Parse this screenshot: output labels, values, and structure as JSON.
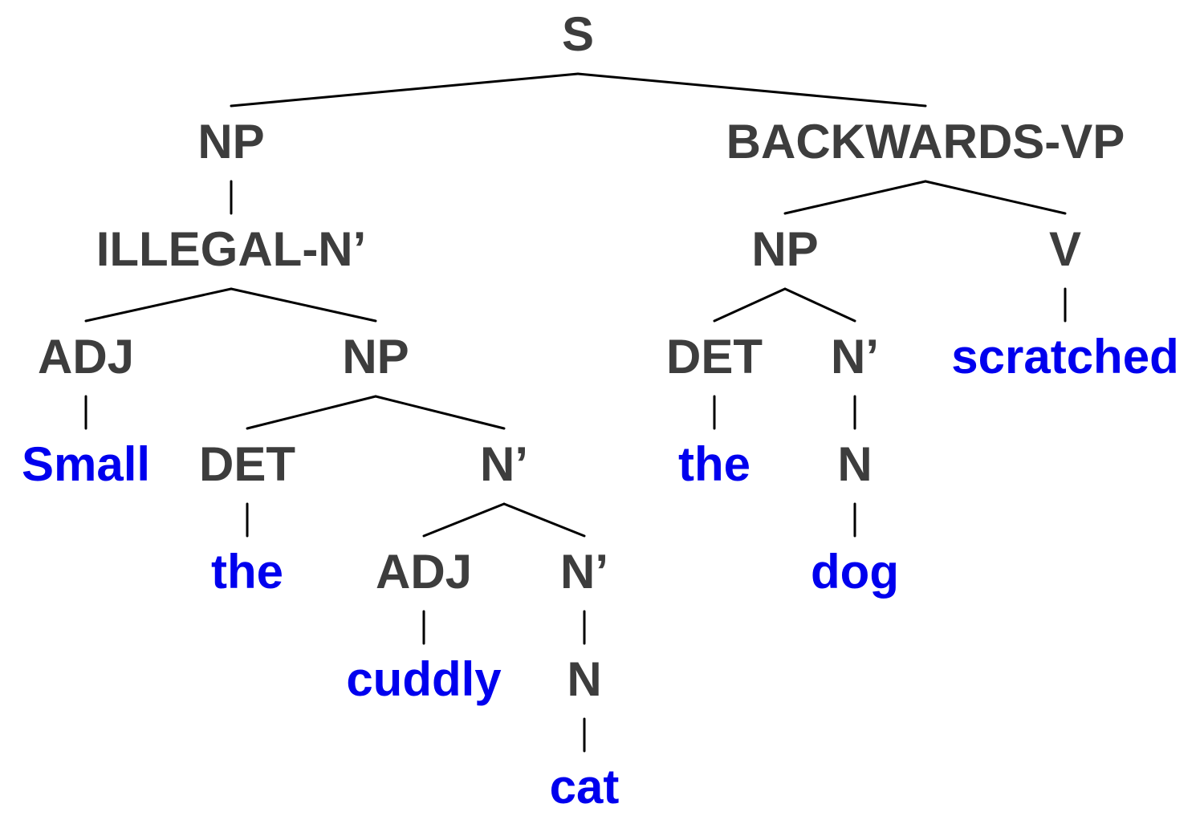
{
  "colors": {
    "category": "#3d3d3d",
    "word": "#0000ee",
    "edge": "#000000"
  },
  "tree": {
    "label": "S",
    "kind": "category",
    "children": [
      {
        "label": "NP",
        "kind": "category",
        "children": [
          {
            "label": "ILLEGAL-N’",
            "kind": "category",
            "children": [
              {
                "label": "ADJ",
                "kind": "category",
                "children": [
                  {
                    "label": "Small",
                    "kind": "word"
                  }
                ]
              },
              {
                "label": "NP",
                "kind": "category",
                "children": [
                  {
                    "label": "DET",
                    "kind": "category",
                    "children": [
                      {
                        "label": "the",
                        "kind": "word"
                      }
                    ]
                  },
                  {
                    "label": "N’",
                    "kind": "category",
                    "children": [
                      {
                        "label": "ADJ",
                        "kind": "category",
                        "children": [
                          {
                            "label": "cuddly",
                            "kind": "word"
                          }
                        ]
                      },
                      {
                        "label": "N’",
                        "kind": "category",
                        "children": [
                          {
                            "label": "N",
                            "kind": "category",
                            "children": [
                              {
                                "label": "cat",
                                "kind": "word"
                              }
                            ]
                          }
                        ]
                      }
                    ]
                  }
                ]
              }
            ]
          }
        ]
      },
      {
        "label": "BACKWARDS-VP",
        "kind": "category",
        "children": [
          {
            "label": "NP",
            "kind": "category",
            "children": [
              {
                "label": "DET",
                "kind": "category",
                "children": [
                  {
                    "label": "the",
                    "kind": "word"
                  }
                ]
              },
              {
                "label": "N’",
                "kind": "category",
                "children": [
                  {
                    "label": "N",
                    "kind": "category",
                    "children": [
                      {
                        "label": "dog",
                        "kind": "word"
                      }
                    ]
                  }
                ]
              }
            ]
          },
          {
            "label": "V",
            "kind": "category",
            "children": [
              {
                "label": "scratched",
                "kind": "word"
              }
            ]
          }
        ]
      }
    ]
  }
}
